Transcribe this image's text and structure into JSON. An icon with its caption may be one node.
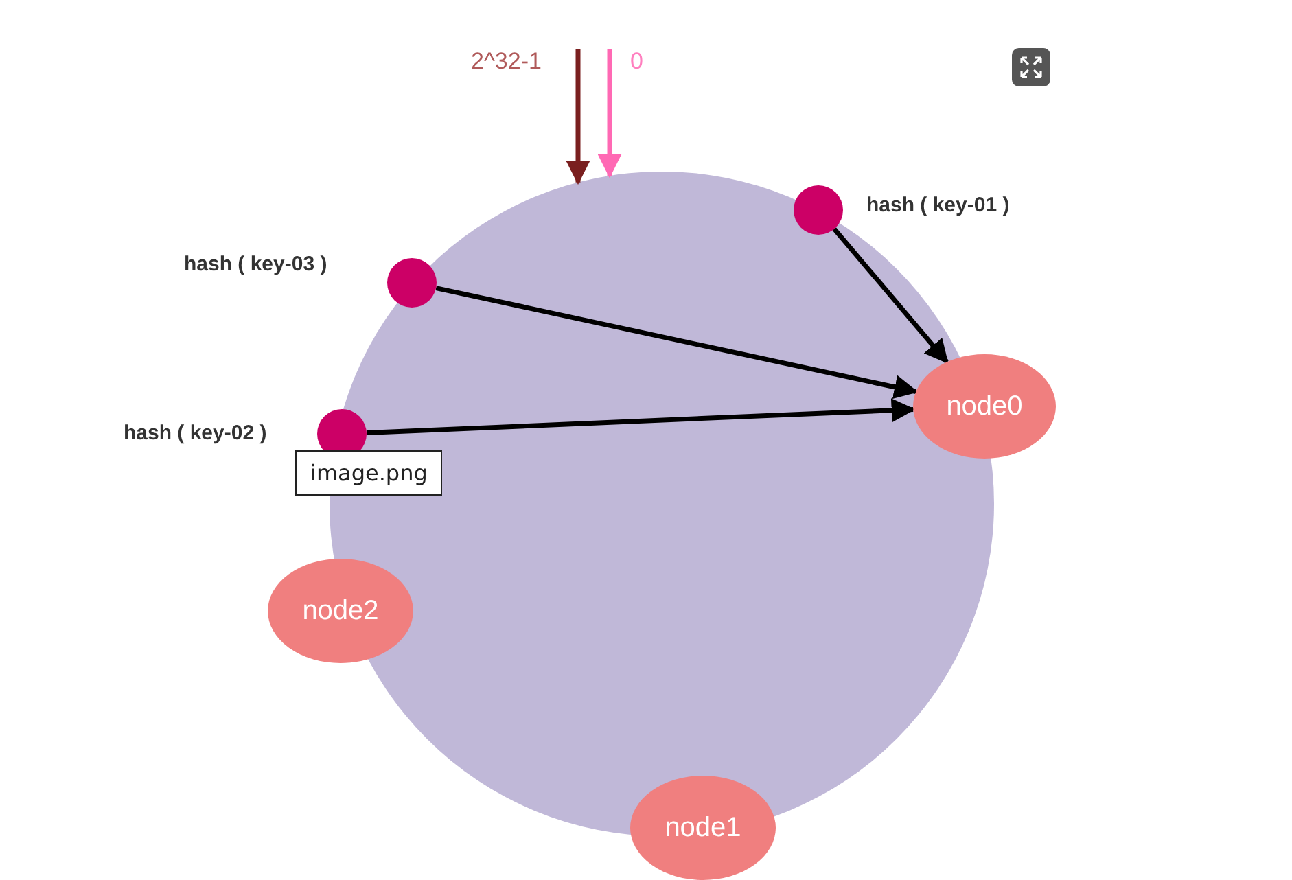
{
  "diagram": {
    "nodes": [
      {
        "text": [],
        "shape": "circle",
        "beside": [
          "hash ( key-01 )"
        ]
      },
      {
        "text": [],
        "shape": "circle",
        "beside": [
          "hash ( key-03 )"
        ]
      },
      {
        "text": [
          "node0"
        ]
      },
      {
        "text": [],
        "shape": "circle",
        "beside": [
          "hash ( key-02 )"
        ]
      },
      {
        "text": [
          "node2"
        ]
      },
      {
        "text": [
          "node1"
        ]
      }
    ],
    "edges": [
      {
        "from": 0,
        "to": 2,
        "arrow": "to"
      },
      {
        "from": 1,
        "to": 2,
        "arrow": "to"
      },
      {
        "from": 3,
        "to": 2,
        "arrow": "to"
      }
    ],
    "labels": [
      "2^32-1",
      "0",
      "image.png"
    ]
  }
}
